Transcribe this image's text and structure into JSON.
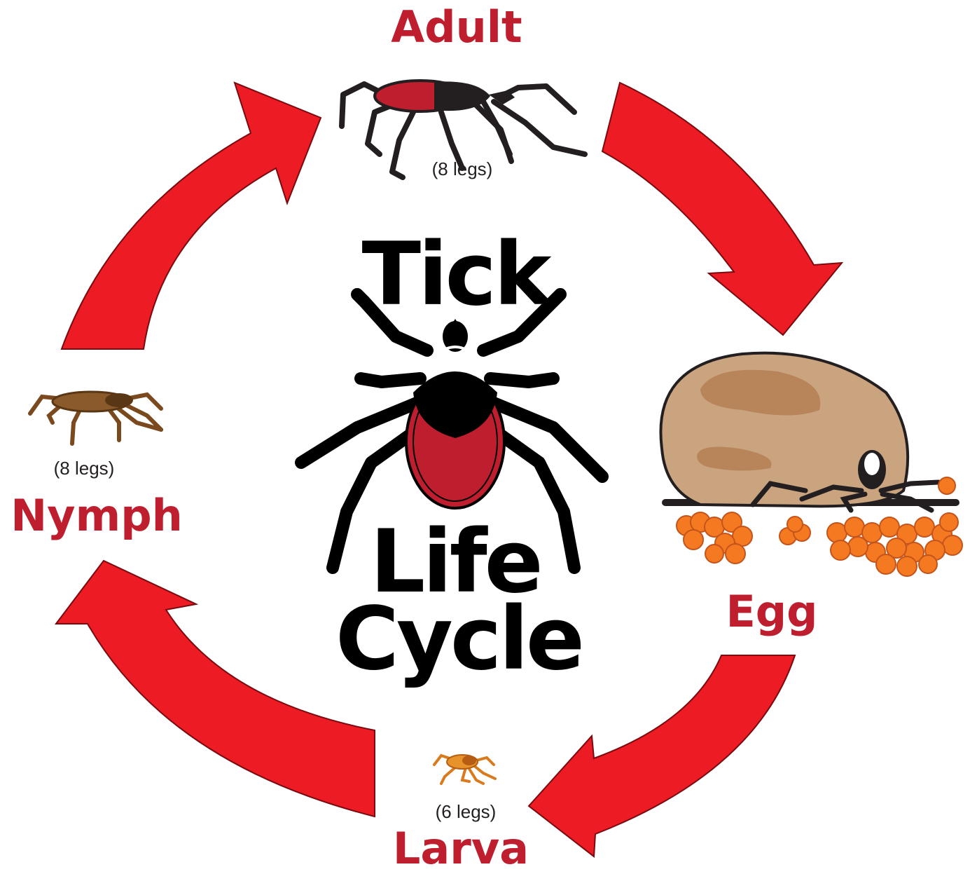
{
  "title": {
    "line1": "Tick",
    "line2": "Life",
    "line3": "Cycle"
  },
  "stages": {
    "adult": {
      "label": "Adult",
      "legs": "(8 legs)"
    },
    "egg": {
      "label": "Egg"
    },
    "larva": {
      "label": "Larva",
      "legs": "(6 legs)"
    },
    "nymph": {
      "label": "Nymph",
      "legs": "(8 legs)"
    }
  },
  "colors": {
    "arrow": "#ed1c24",
    "label": "#be1e2d",
    "tick_body": "#000000",
    "tick_abdomen": "#be1e2d",
    "nymph": "#8b5a2b",
    "larva": "#e8922a",
    "egg_mass": "#c9a47e",
    "eggs": "#f47920"
  },
  "icons": [
    "adult-tick-icon",
    "egg-laying-tick-icon",
    "larva-tick-icon",
    "nymph-tick-icon",
    "central-tick-icon"
  ]
}
